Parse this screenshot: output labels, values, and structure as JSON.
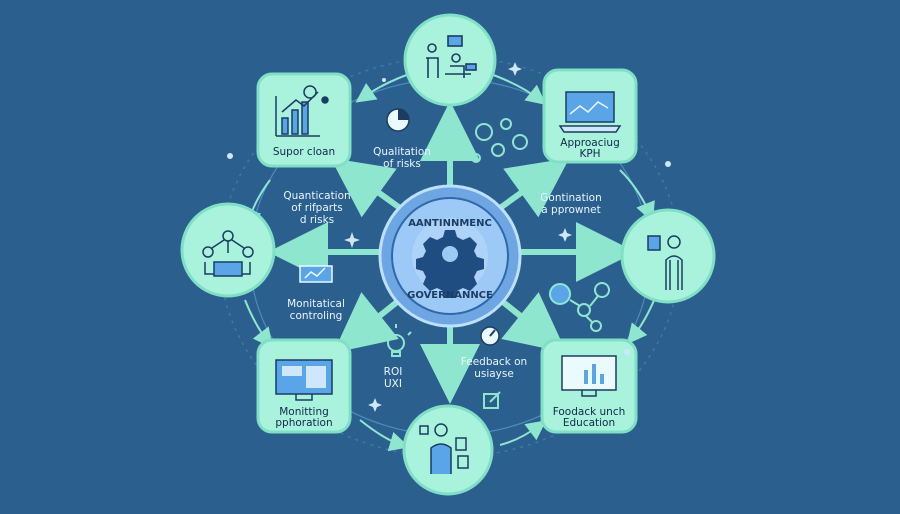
{
  "center": {
    "top_text": "AANTINNMENC",
    "bottom_text": "GOVERNANNCE",
    "icon": "gear-icon"
  },
  "cards": {
    "top_left": "Supor cloan",
    "top_right": [
      "Approaciug",
      "KPH"
    ],
    "bottom_left": [
      "Monitting",
      "pphoration"
    ],
    "bottom_right": [
      "Foodack unch",
      "Education"
    ]
  },
  "labels": {
    "qualitation": [
      "Qualitation",
      "of risks"
    ],
    "quantication": [
      "Quantication",
      "of rifparts",
      "d risks"
    ],
    "gontination": [
      "Gontination",
      "a pprownet"
    ],
    "monitatical": [
      "Monitatical",
      "controling"
    ],
    "roi": [
      "ROI",
      "UXI"
    ],
    "feedback": [
      "Feedback on",
      "usiayse"
    ]
  },
  "colors": {
    "background": "#2b5f8e",
    "mint": "#a9f3dd",
    "mint_border": "#7fe0c6",
    "center_ring": "#7fb4ee",
    "center_fill": "#9cc9f6",
    "gear": "#1f4d82",
    "arrow": "#8fe6cf",
    "line": "#1b3c63"
  }
}
